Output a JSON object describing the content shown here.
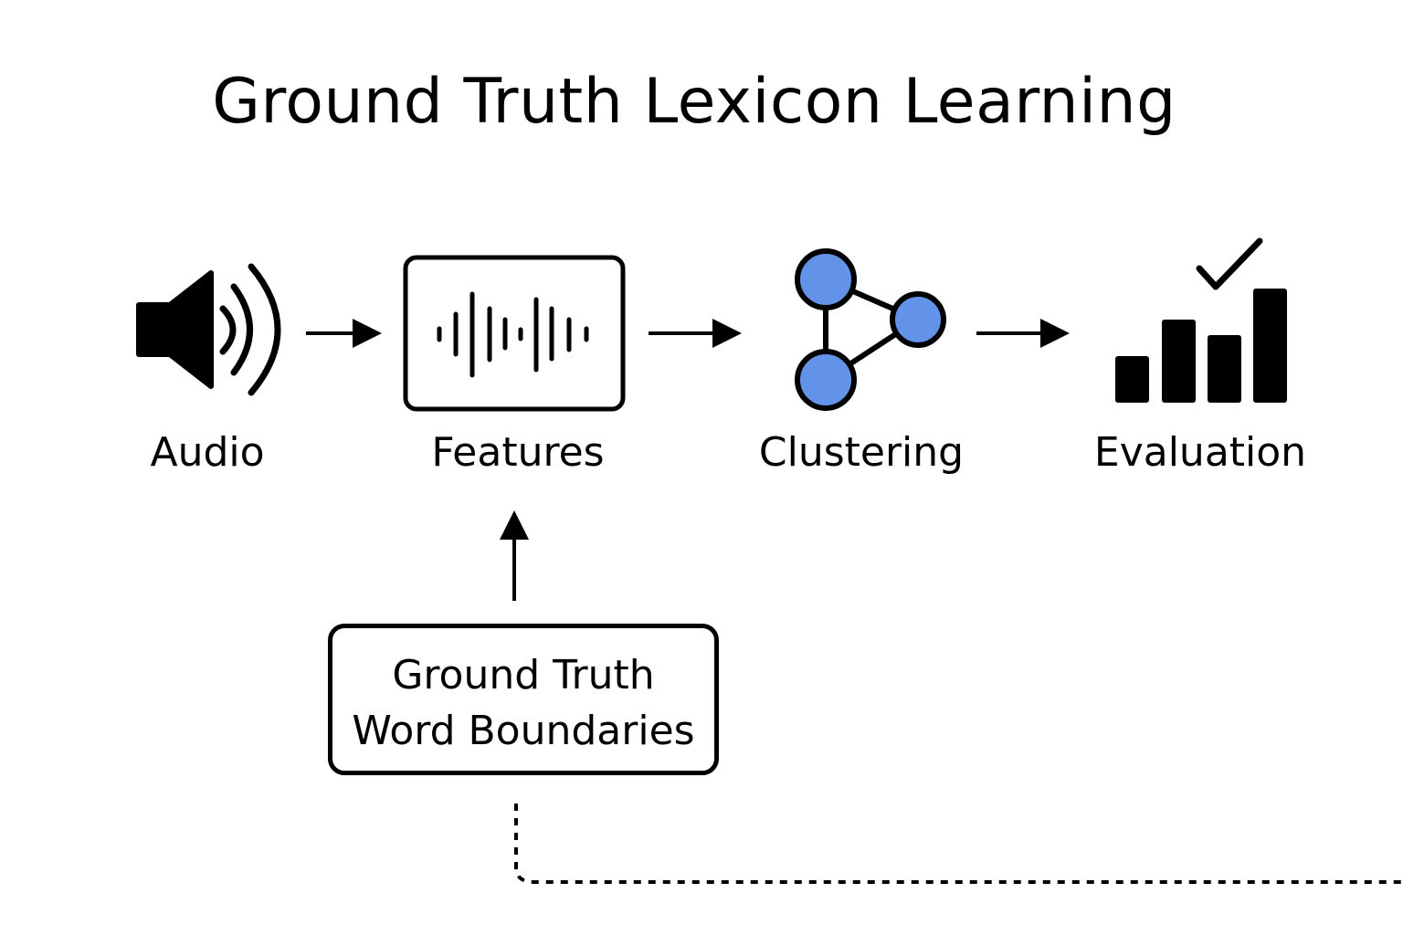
{
  "diagram": {
    "title": "Ground Truth Lexicon Learning",
    "stages": [
      {
        "label": "Audio",
        "icon": "speaker-icon"
      },
      {
        "label": "Features",
        "icon": "waveform-icon"
      },
      {
        "label": "Clustering",
        "icon": "cluster-graph-icon"
      },
      {
        "label": "Evaluation",
        "icon": "bar-chart-check-icon"
      }
    ],
    "ground_truth_box": {
      "line1": "Ground Truth",
      "line2": "Word Boundaries"
    },
    "colors": {
      "stroke": "#000000",
      "node_fill": "#6393E8",
      "background": "#ffffff"
    }
  }
}
